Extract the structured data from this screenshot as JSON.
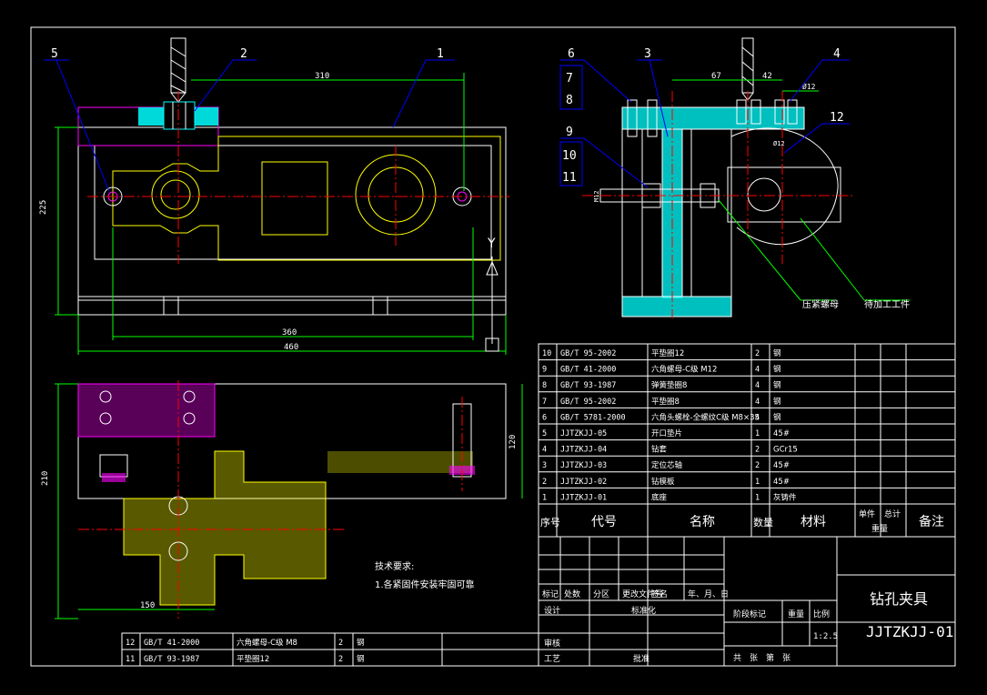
{
  "colors": {
    "background": "#000000",
    "frame": "#ffffff",
    "part_outline": "#ffff00",
    "dimension": "#00ff00",
    "center_line": "#ff0000",
    "leader": "#0000ff",
    "hatch_blue": "#00ffff",
    "hatch_yellow": "#ffff00",
    "accent_magenta": "#ff00ff",
    "note": "#00ff00"
  },
  "balloons": {
    "front_view": [
      "5",
      "2",
      "1"
    ],
    "side_view_top": [
      "6",
      "3",
      "4"
    ],
    "side_view_left": [
      "7",
      "8",
      "9",
      "10",
      "11"
    ],
    "side_view_right": "12"
  },
  "dimensions": {
    "front_width_top": "310",
    "front_height": "225",
    "front_width_inner": "360",
    "front_width_total": "460",
    "side_a": "67",
    "side_b": "42",
    "side_c": "Ø12",
    "side_small_1": "M12",
    "side_small_2": "Ø12",
    "plan_height": "210",
    "plan_right_height": "120",
    "plan_width": "150"
  },
  "section_label": "Y",
  "callouts": {
    "clamp_screw": "压紧螺母",
    "workpiece": "待加工工件"
  },
  "technical_notes": {
    "heading": "技术要求:",
    "line1": "1.各紧固件安装牢固可靠"
  },
  "parts_list": [
    {
      "no": "10",
      "code": "GB/T 95-2002",
      "name": "平垫圈12",
      "qty": "2",
      "material": "钢"
    },
    {
      "no": "9",
      "code": "GB/T 41-2000",
      "name": "六角螺母-C级 M12",
      "qty": "4",
      "material": "钢"
    },
    {
      "no": "8",
      "code": "GB/T 93-1987",
      "name": "弹簧垫圈8",
      "qty": "4",
      "material": "钢"
    },
    {
      "no": "7",
      "code": "GB/T 95-2002",
      "name": "平垫圈8",
      "qty": "4",
      "material": "钢"
    },
    {
      "no": "6",
      "code": "GB/T 5781-2000",
      "name": "六角头螺栓-全螺纹C级 M8×35",
      "qty": "4",
      "material": "钢"
    },
    {
      "no": "5",
      "code": "JJTZKJJ-05",
      "name": "开口垫片",
      "qty": "1",
      "material": "45#"
    },
    {
      "no": "4",
      "code": "JJTZKJJ-04",
      "name": "钻套",
      "qty": "2",
      "material": "GCr15"
    },
    {
      "no": "3",
      "code": "JJTZKJJ-03",
      "name": "定位芯轴",
      "qty": "2",
      "material": "45#"
    },
    {
      "no": "2",
      "code": "JJTZKJJ-02",
      "name": "钻模板",
      "qty": "1",
      "material": "45#"
    },
    {
      "no": "1",
      "code": "JJTZKJJ-01",
      "name": "底座",
      "qty": "1",
      "material": "灰铸件"
    }
  ],
  "parts_header": {
    "no": "序号",
    "code": "代号",
    "name": "名称",
    "qty": "数量",
    "material": "材料",
    "unit": "单件",
    "total": "总计",
    "weight": "重量",
    "note": "备注"
  },
  "lower_parts_list": [
    {
      "no": "12",
      "code": "GB/T 41-2000",
      "name": "六角螺母-C级 M8",
      "qty": "2",
      "material": "钢"
    },
    {
      "no": "11",
      "code": "GB/T 93-1987",
      "name": "平垫圈12",
      "qty": "2",
      "material": "钢"
    }
  ],
  "title_block": {
    "rev_labels": [
      "标记",
      "处数",
      "分区",
      "更改文件号",
      "签名",
      "年、月、日"
    ],
    "design": "设计",
    "standardize": "标准化",
    "review": "审核",
    "process": "工艺",
    "approve": "批准",
    "stage_mark": "阶段标记",
    "weight": "重量",
    "scale": "比例",
    "scale_value": "1:2.5",
    "sheets": "共　张　第　张",
    "drawing_name": "钻孔夹具",
    "drawing_code": "JJTZKJJ-01"
  }
}
